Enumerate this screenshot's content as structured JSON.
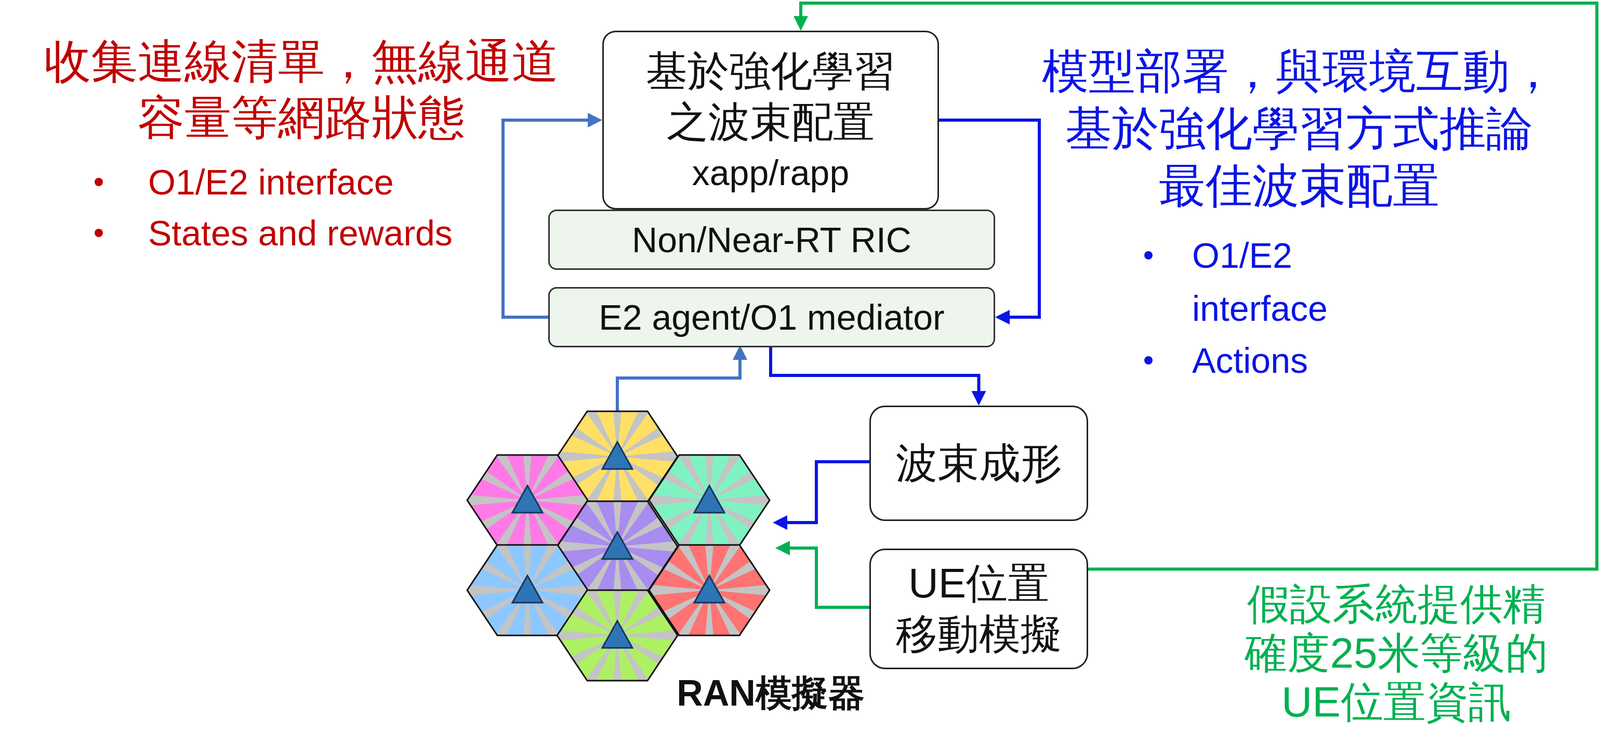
{
  "diagram": {
    "nodes": [
      {
        "text": [
          "基於強化學習 之波束配置",
          "xapp/rapp"
        ]
      },
      {
        "text": [
          "Non/Near-RT RIC"
        ]
      },
      {
        "text": [
          "E2 agent/O1 mediator"
        ]
      },
      {
        "text": [
          "RAN模擬器"
        ]
      },
      {
        "text": [
          "波束成形"
        ],
        "in": 3
      },
      {
        "text": [
          "UE位置 移動模擬"
        ],
        "in": 3
      }
    ],
    "edges": [
      {
        "from": 2,
        "to": 0,
        "arrow": "to"
      },
      {
        "from": 0,
        "to": 2,
        "arrow": "to"
      },
      {
        "from": 2,
        "to": 4,
        "arrow": "to"
      },
      {
        "from": 5,
        "to": 0,
        "arrow": "to"
      }
    ],
    "labels": [
      "收集連線清單，無線通道 容量等網路狀態",
      "O1/E2 interface",
      "States and rewards",
      "模型部署，與環境互動， 基於強化學習方式推論 最佳波束配置",
      "O1/E2 interface",
      "Actions",
      "假設系統提供精 確度25米等級的 UE位置資訊"
    ]
  }
}
